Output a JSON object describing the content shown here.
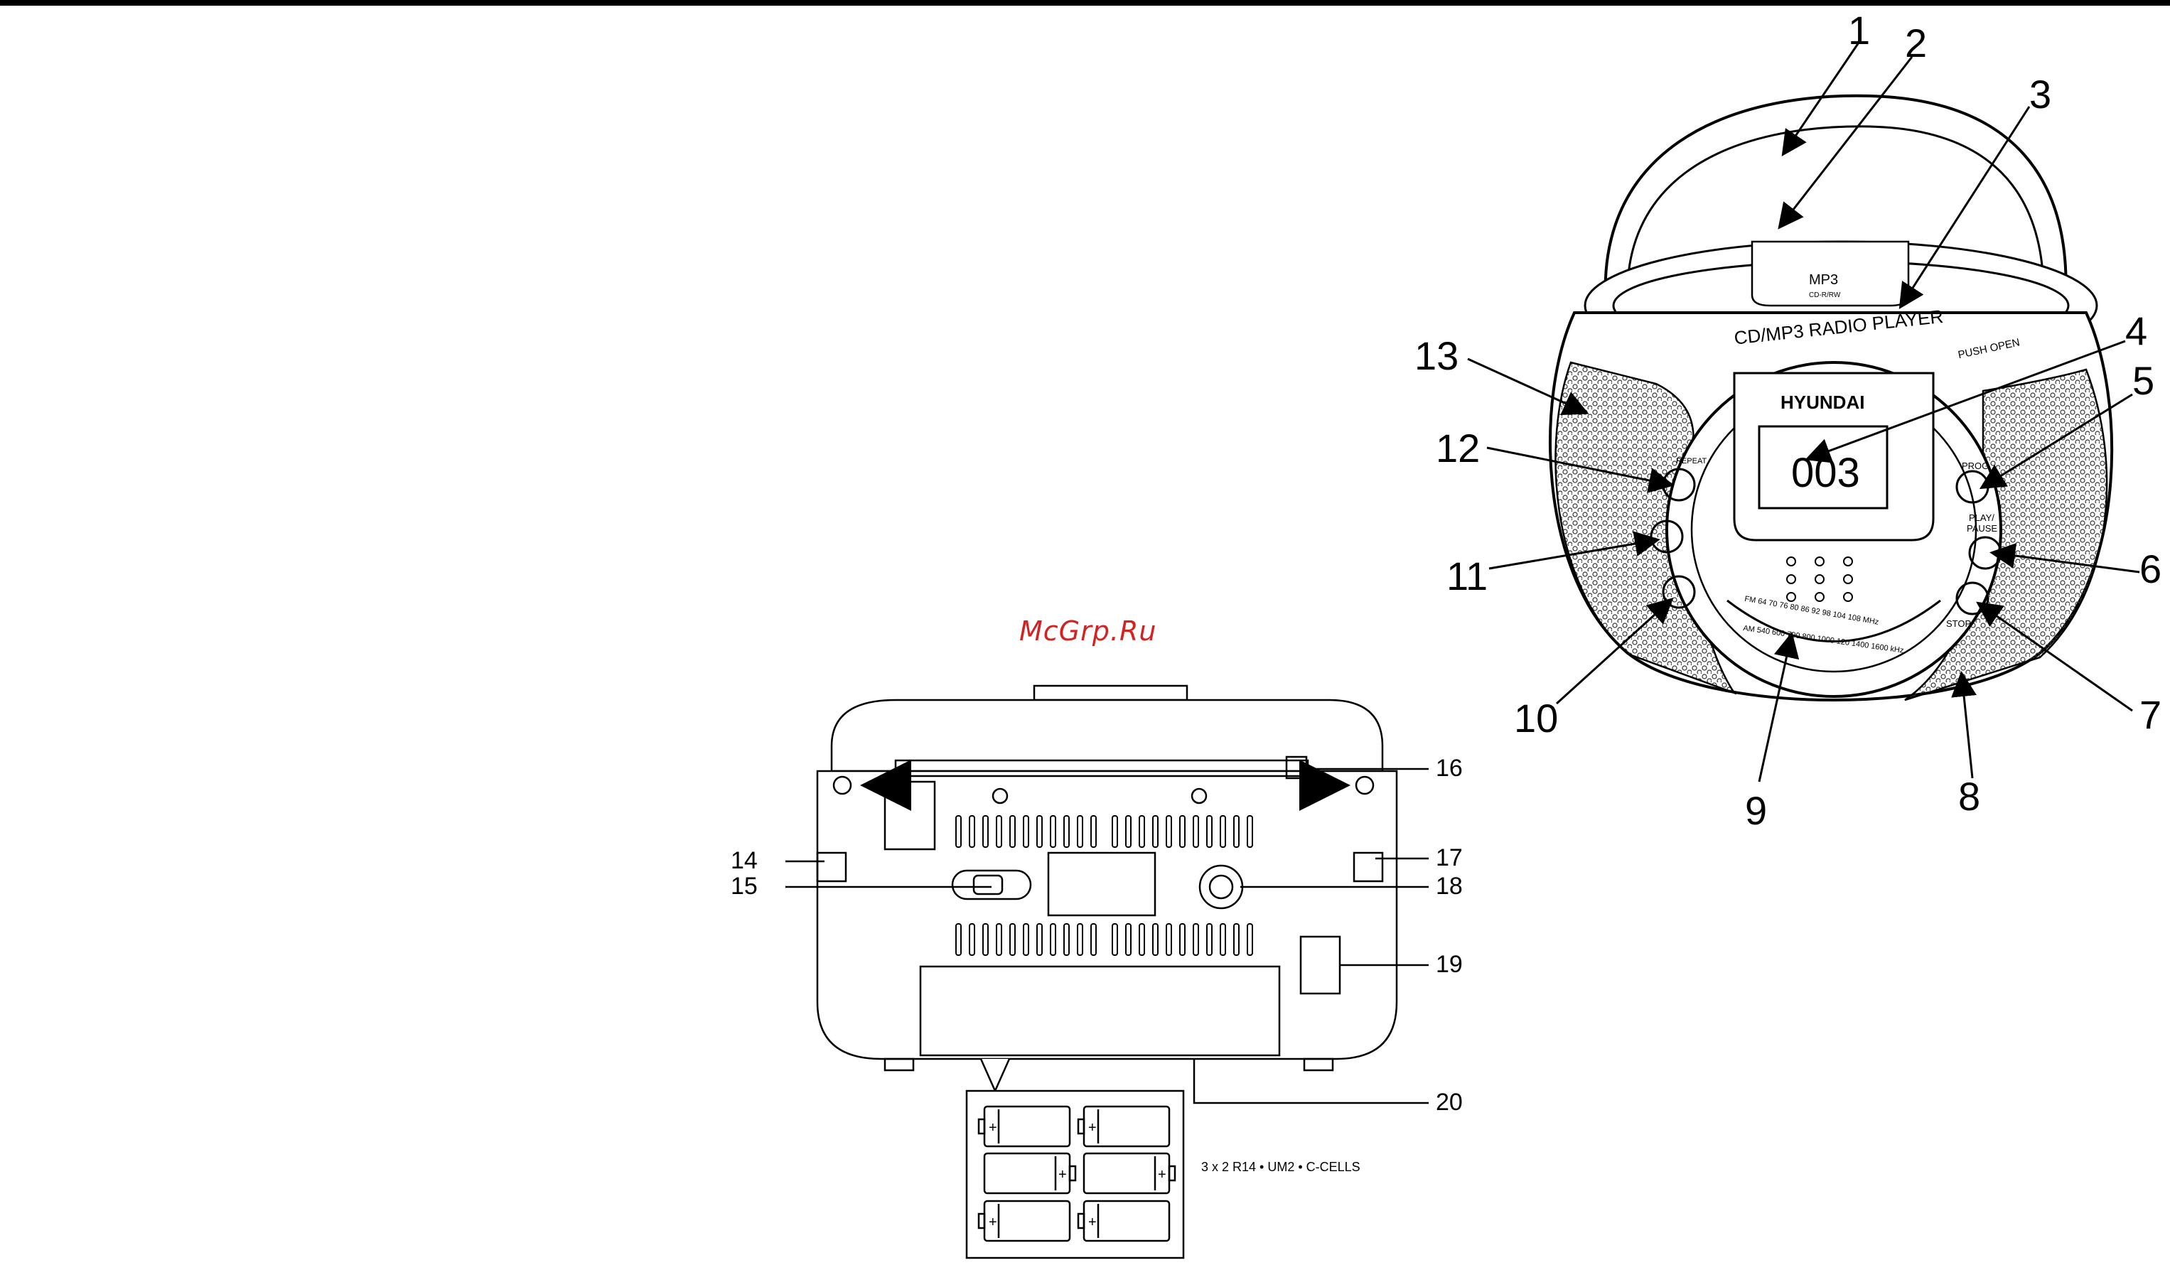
{
  "watermark": "McGrp.Ru",
  "front_view": {
    "brand": "HYUNDAI",
    "lid_label": "CD/MP3  RADIO PLAYER",
    "push_open": "PUSH OPEN",
    "lid_logo": "MP3",
    "lid_small": "CD-R/RW",
    "display": "003",
    "buttons": {
      "repeat": "REPEAT",
      "prog": "PROG",
      "play_pause_1": "PLAY/",
      "play_pause_2": "PAUSE",
      "stop": "STOP"
    },
    "fm_scale": "FM 64   70   76   80   86   92   98   104   108  MHz",
    "am_scale": "AM  540  600  700  800  1000  120  1400  1600 kHz"
  },
  "rear_view": {
    "battery_note": "3 x 2  R14 • UM2 • C-CELLS"
  },
  "callouts": [
    "1",
    "2",
    "3",
    "4",
    "5",
    "6",
    "7",
    "8",
    "9",
    "10",
    "11",
    "12",
    "13",
    "14",
    "15",
    "16",
    "17",
    "18",
    "19",
    "20"
  ]
}
